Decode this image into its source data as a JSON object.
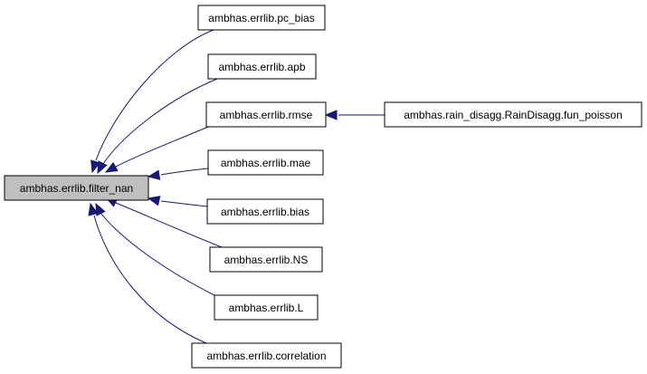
{
  "graph": {
    "root": "ambhas.errlib.filter_nan",
    "callers": [
      "ambhas.errlib.pc_bias",
      "ambhas.errlib.apb",
      "ambhas.errlib.rmse",
      "ambhas.errlib.mae",
      "ambhas.errlib.bias",
      "ambhas.errlib.NS",
      "ambhas.errlib.L",
      "ambhas.errlib.correlation"
    ],
    "secondary": "ambhas.rain_disagg.RainDisagg.fun_poisson",
    "edges": [
      {
        "from": "ambhas.errlib.pc_bias",
        "to": "ambhas.errlib.filter_nan"
      },
      {
        "from": "ambhas.errlib.apb",
        "to": "ambhas.errlib.filter_nan"
      },
      {
        "from": "ambhas.errlib.rmse",
        "to": "ambhas.errlib.filter_nan"
      },
      {
        "from": "ambhas.errlib.mae",
        "to": "ambhas.errlib.filter_nan"
      },
      {
        "from": "ambhas.errlib.bias",
        "to": "ambhas.errlib.filter_nan"
      },
      {
        "from": "ambhas.errlib.NS",
        "to": "ambhas.errlib.filter_nan"
      },
      {
        "from": "ambhas.errlib.L",
        "to": "ambhas.errlib.filter_nan"
      },
      {
        "from": "ambhas.errlib.correlation",
        "to": "ambhas.errlib.filter_nan"
      },
      {
        "from": "ambhas.rain_disagg.RainDisagg.fun_poisson",
        "to": "ambhas.errlib.rmse"
      }
    ]
  },
  "colors": {
    "edge": "#191970",
    "root_fill": "#bfbfbf",
    "node_fill": "#ffffff",
    "node_stroke": "#000000"
  }
}
